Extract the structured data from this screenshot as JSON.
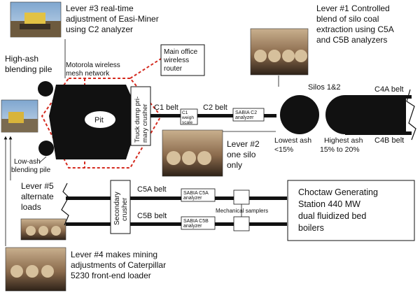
{
  "levers": {
    "lever3": {
      "line1": "Lever #3 real-time",
      "line2": "adjustment of Easi-Miner",
      "line3": "using C2 analyzer"
    },
    "lever1": {
      "line1": "Lever #1 Controlled",
      "line2": "blend of silo coal",
      "line3": "extraction using C5A",
      "line4": "and C5B analyzers"
    },
    "lever2": {
      "line1": "Lever #2",
      "line2": "one silo",
      "line3": "only"
    },
    "lever5": {
      "line1": "Lever #5",
      "line2": "alternate",
      "line3": "loads"
    },
    "lever4": {
      "line1": "Lever #4 makes mining",
      "line2": "adjustments of Caterpillar",
      "line3": "5230 front-end loader"
    }
  },
  "labels": {
    "high_ash": {
      "line1": "High-ash",
      "line2": "blending pile"
    },
    "low_ash": {
      "line1": "Low-ash",
      "line2": "blending pile"
    },
    "motorola": {
      "line1": "Motorola wireless",
      "line2": "mesh network"
    },
    "main_office": {
      "line1": "Main office",
      "line2": "wireless",
      "line3": "router"
    },
    "pit": "Pit",
    "truck_dump": {
      "line1": "Truck dump pri-",
      "line2": "mary crusher"
    },
    "c1_belt": "C1 belt",
    "c1_weigh": {
      "line1": "C1",
      "line2": "weigh",
      "line3": "scale"
    },
    "c2_belt": "C2 belt",
    "sabia_c2": {
      "line1": "SABIA C2",
      "line2": "analyzer"
    },
    "silos": "Silos 1&2",
    "c4a_belt": "C4A belt",
    "c4b_belt": "C4B belt",
    "lowest_ash": {
      "line1": "Lowest ash",
      "line2": "<15%"
    },
    "highest_ash": {
      "line1": "Highest ash",
      "line2": "15% to 20%"
    },
    "secondary": {
      "line1": "Secondary",
      "line2": "crusher"
    },
    "c5a_belt": "C5A belt",
    "c5b_belt": "C5B belt",
    "sabia_c5a": {
      "line1": "SABIA C5A",
      "line2": "analyzer"
    },
    "sabia_c5b": {
      "line1": "SABIA C5B",
      "line2": "analyzer"
    },
    "mech_samplers": "Mechanical samplers",
    "choctaw": {
      "line1": "Choctaw Generating",
      "line2": "Station 440 MW",
      "line3": "dual fluidized bed",
      "line4": "boilers"
    }
  },
  "colors": {
    "belt": "#111111",
    "mesh": "#d42a1f",
    "photo": "#8a6a4c",
    "sky": "#7fa6cf"
  }
}
